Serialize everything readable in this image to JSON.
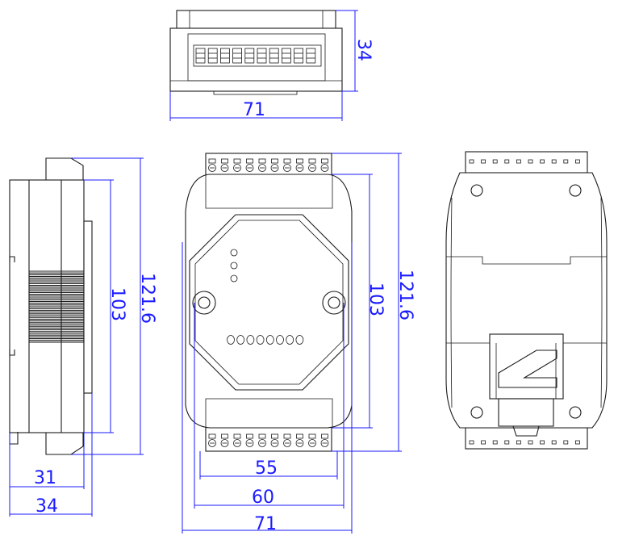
{
  "colors": {
    "dimension": "#1a1aff",
    "outline": "#1a1a1a",
    "background": "#ffffff"
  },
  "dimensions": {
    "top_depth": "34",
    "top_width": "71",
    "side_height": "121.6",
    "side_inner_height": "103",
    "side_depth_rail": "31",
    "side_depth_total": "34",
    "front_hole_height": "103",
    "front_height": "121.6",
    "front_terminal_span": "55",
    "front_hole_span": "60",
    "front_width": "71"
  }
}
